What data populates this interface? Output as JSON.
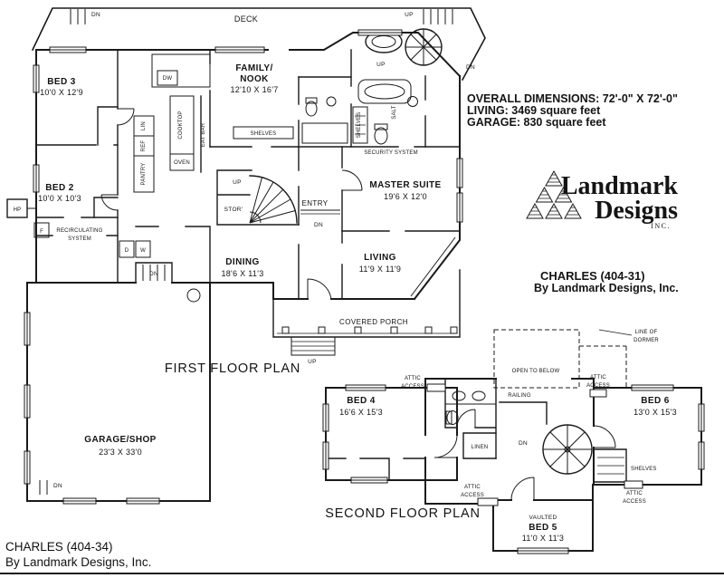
{
  "info": {
    "line1": "OVERALL DIMENSIONS: 72'-0\" X 72'-0\"",
    "line2": "LIVING: 3469 square feet",
    "line3": "GARAGE: 830 square feet"
  },
  "brand": {
    "name1": "Landmark",
    "name2": "Designs",
    "inc": "INC.",
    "plan": "CHARLES (404-31)",
    "byline": "By Landmark Designs, Inc."
  },
  "footer": {
    "plan": "CHARLES (404-34)",
    "byline": "By Landmark Designs, Inc."
  },
  "titles": {
    "first": "FIRST FLOOR PLAN",
    "second": "SECOND FLOOR PLAN"
  },
  "common": {
    "dn": "DN",
    "up": "UP",
    "attic1": "ATTIC",
    "attic2": "ACCESS",
    "shelves": "SHELVES"
  },
  "f1": {
    "deck": "DECK",
    "bed3_name": "BED 3",
    "bed3_dims": "10'0 X 12'9",
    "family1": "FAMILY/",
    "family2": "NOOK",
    "family_dims": "12'10 X 16'7",
    "bed2_name": "BED 2",
    "bed2_dims": "10'0 X 10'3",
    "master_name": "MASTER SUITE",
    "master_dims": "19'6 X 12'0",
    "dining_name": "DINING",
    "dining_dims": "18'6 X 11'3",
    "living_name": "LIVING",
    "living_dims": "11'9 X 11'9",
    "garage_name": "GARAGE/SHOP",
    "garage_dims": "23'3 X 33'0",
    "porch": "COVERED PORCH",
    "entry": "ENTRY",
    "stor": "STOR'",
    "dw": "DW",
    "cooktop": "COOKTOP",
    "eat_bar": "EAT BAR",
    "oven": "OVEN",
    "lin": "LIN",
    "ref": "REF",
    "pantry": "PANTRY",
    "security": "SECURITY SYSTEM",
    "salt": "SALT",
    "hp": "HP",
    "f": "F",
    "recirc1": "RECIRCULATING",
    "recirc2": "SYSTEM",
    "d": "D",
    "w": "W"
  },
  "f2": {
    "bed4_name": "BED 4",
    "bed4_dims": "16'6 X 15'3",
    "bed5_vaulted": "VAULTED",
    "bed5_name": "BED 5",
    "bed5_dims": "11'0 X 11'3",
    "bed6_name": "BED 6",
    "bed6_dims": "13'0 X 15'3",
    "linen": "LINEN",
    "railing": "RAILING",
    "open_below": "OPEN TO BELOW",
    "dormer1": "LINE OF",
    "dormer2": "DORMER"
  }
}
